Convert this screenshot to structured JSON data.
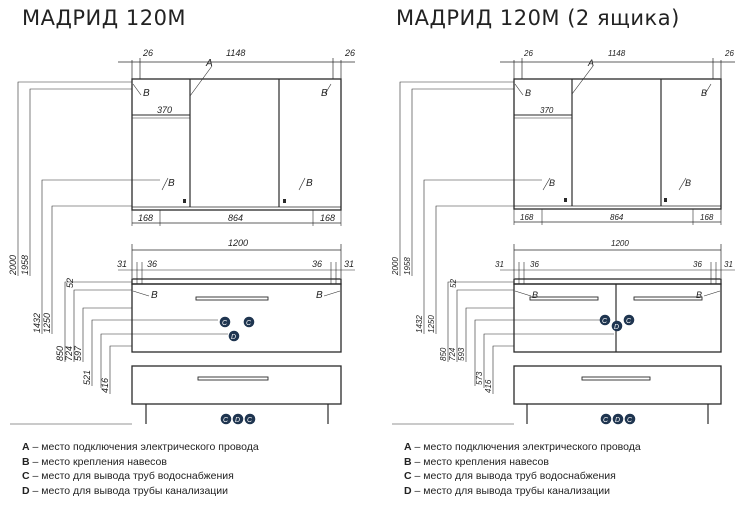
{
  "titles": {
    "left": "МАДРИД 120М",
    "right": "МАДРИД 120М  (2 ящика)"
  },
  "dims": {
    "top_side": "26",
    "top_width": "1148",
    "shelf": "370",
    "bottom_side": "168",
    "bottom_mid": "864",
    "vanity_width": "1200",
    "edge_31": "31",
    "edge_36": "36",
    "h_2000": "2000",
    "h_1958": "1958",
    "h_1432": "1432",
    "h_1250": "1250",
    "h_850": "850",
    "h_52": "52",
    "h_724": "724",
    "h_597": "597",
    "h_593": "593",
    "h_521": "521",
    "h_573": "573",
    "h_416": "416"
  },
  "markers": {
    "A": "A",
    "B": "B",
    "C": "C",
    "D": "D"
  },
  "legend": [
    {
      "key": "A",
      "text": " – место подключения электрического провода"
    },
    {
      "key": "B",
      "text": " – место крепления навесов"
    },
    {
      "key": "C",
      "text": " – место для вывода труб водоснабжения"
    },
    {
      "key": "D",
      "text": " – место для вывода трубы канализации"
    }
  ],
  "colors": {
    "line": "#2a2a2a",
    "marker": "#1f3550"
  }
}
